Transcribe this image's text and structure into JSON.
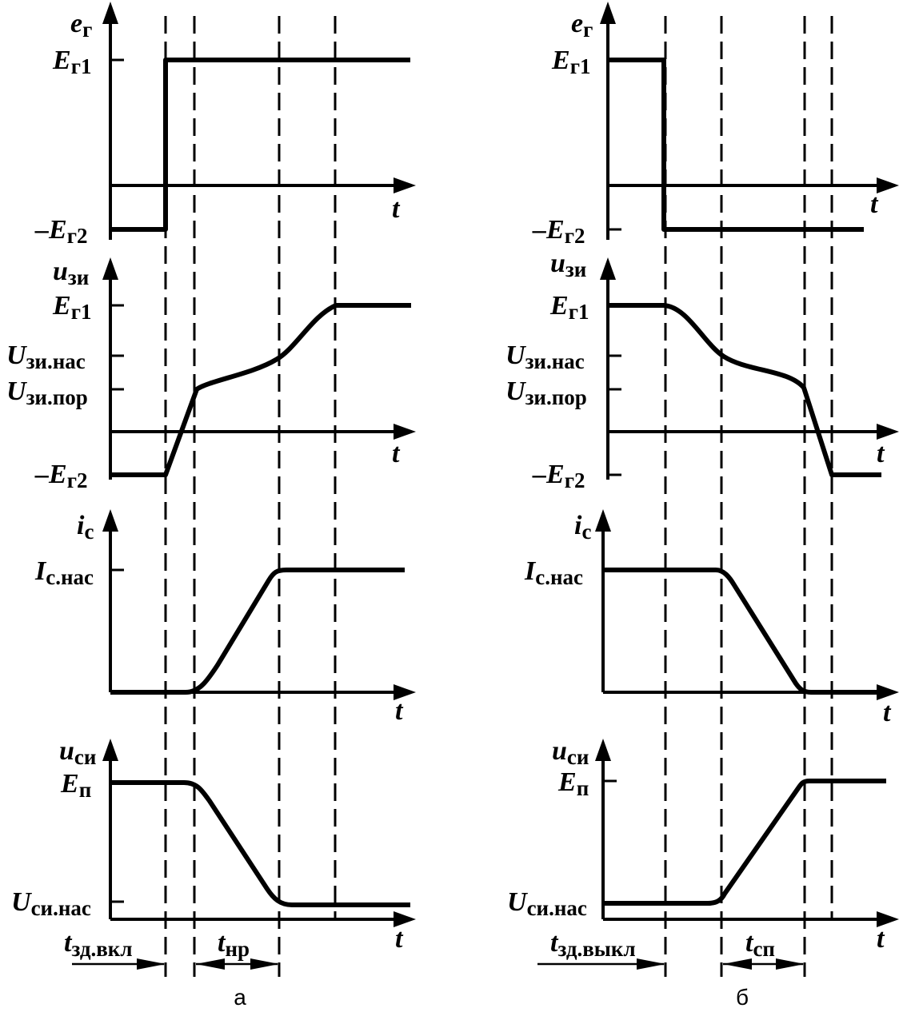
{
  "panels": {
    "a": {
      "caption": "а",
      "eg": {
        "axis_label": "e",
        "axis_sub": "г",
        "level_high": "E",
        "level_high_sub": "г1",
        "level_low": "–E",
        "level_low_sub": "г2",
        "t": "t"
      },
      "uzi": {
        "axis_label": "u",
        "axis_sub": "зи",
        "level_high": "E",
        "level_high_sub": "г1",
        "level_sat": "U",
        "level_sat_sub": "зи.нас",
        "level_thr": "U",
        "level_thr_sub": "зи.пор",
        "level_low": "–E",
        "level_low_sub": "г2",
        "t": "t"
      },
      "ic": {
        "axis_label": "i",
        "axis_sub": "с",
        "level_sat": "I",
        "level_sat_sub": "с.нас",
        "t": "t"
      },
      "usi": {
        "axis_label": "u",
        "axis_sub": "си",
        "level_high": "E",
        "level_high_sub": "п",
        "level_sat": "U",
        "level_sat_sub": "си.нас",
        "t": "t"
      },
      "intervals": [
        {
          "label": "t",
          "sub": "зд.вкл"
        },
        {
          "label": "t",
          "sub": "нр"
        }
      ]
    },
    "b": {
      "caption": "б",
      "eg": {
        "axis_label": "e",
        "axis_sub": "г",
        "level_high": "E",
        "level_high_sub": "г1",
        "level_low": "–E",
        "level_low_sub": "г2",
        "t": "t"
      },
      "uzi": {
        "axis_label": "u",
        "axis_sub": "зи",
        "level_high": "E",
        "level_high_sub": "г1",
        "level_sat": "U",
        "level_sat_sub": "зи.нас",
        "level_thr": "U",
        "level_thr_sub": "зи.пор",
        "level_low": "–E",
        "level_low_sub": "г2",
        "t": "t"
      },
      "ic": {
        "axis_label": "i",
        "axis_sub": "с",
        "level_sat": "I",
        "level_sat_sub": "с.нас",
        "t": "t"
      },
      "usi": {
        "axis_label": "u",
        "axis_sub": "си",
        "level_high": "E",
        "level_high_sub": "п",
        "level_sat": "U",
        "level_sat_sub": "си.нас",
        "t": "t"
      },
      "intervals": [
        {
          "label": "t",
          "sub": "зд.выкл"
        },
        {
          "label": "t",
          "sub": "сп"
        }
      ]
    }
  }
}
